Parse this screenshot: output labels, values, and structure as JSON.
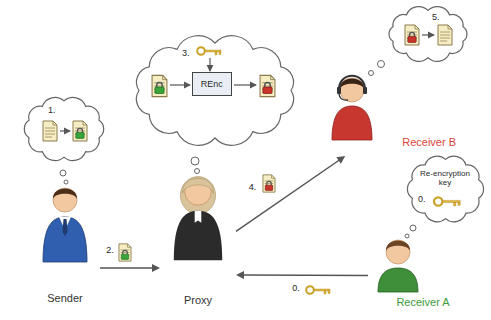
{
  "diagram": {
    "nodes": [
      {
        "text": [
          "1."
        ]
      },
      {
        "text": [
          "3."
        ]
      },
      {
        "text": [
          "REnc"
        ],
        "in": 1
      },
      {
        "text": [
          "5."
        ]
      },
      {
        "text": [
          "Re-encryption key",
          "0."
        ]
      },
      {
        "text": [
          "Sender"
        ]
      },
      {
        "text": [
          "Proxy"
        ]
      },
      {
        "text": [
          "Receiver B"
        ]
      },
      {
        "text": [
          "Receiver A"
        ]
      }
    ],
    "edges": [
      {
        "from": 5,
        "to": 6,
        "label": "2.",
        "arrow": "to"
      },
      {
        "from": 6,
        "to": 7,
        "label": "4.",
        "arrow": "to"
      },
      {
        "from": 8,
        "to": 6,
        "label": "0.",
        "arrow": "to"
      }
    ]
  }
}
